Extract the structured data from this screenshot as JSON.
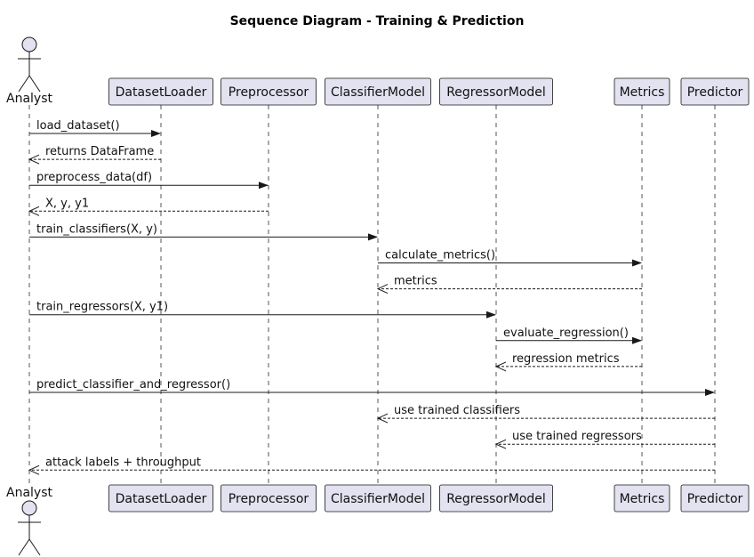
{
  "title": "Sequence Diagram - Training & Prediction",
  "participants": [
    {
      "id": "analyst",
      "label": "Analyst",
      "kind": "actor"
    },
    {
      "id": "loader",
      "label": "DatasetLoader",
      "kind": "box"
    },
    {
      "id": "pre",
      "label": "Preprocessor",
      "kind": "box"
    },
    {
      "id": "clf",
      "label": "ClassifierModel",
      "kind": "box"
    },
    {
      "id": "reg",
      "label": "RegressorModel",
      "kind": "box"
    },
    {
      "id": "met",
      "label": "Metrics",
      "kind": "box"
    },
    {
      "id": "pred",
      "label": "Predictor",
      "kind": "box"
    }
  ],
  "messages": [
    {
      "from": "analyst",
      "to": "loader",
      "label": "load_dataset()",
      "type": "call"
    },
    {
      "from": "loader",
      "to": "analyst",
      "label": "returns DataFrame",
      "type": "return"
    },
    {
      "from": "analyst",
      "to": "pre",
      "label": "preprocess_data(df)",
      "type": "call"
    },
    {
      "from": "pre",
      "to": "analyst",
      "label": "X, y, y1",
      "type": "return"
    },
    {
      "from": "analyst",
      "to": "clf",
      "label": "train_classifiers(X, y)",
      "type": "call"
    },
    {
      "from": "clf",
      "to": "met",
      "label": "calculate_metrics()",
      "type": "call"
    },
    {
      "from": "met",
      "to": "clf",
      "label": "metrics",
      "type": "return"
    },
    {
      "from": "analyst",
      "to": "reg",
      "label": "train_regressors(X, y1)",
      "type": "call"
    },
    {
      "from": "reg",
      "to": "met",
      "label": "evaluate_regression()",
      "type": "call"
    },
    {
      "from": "met",
      "to": "reg",
      "label": "regression metrics",
      "type": "return"
    },
    {
      "from": "analyst",
      "to": "pred",
      "label": "predict_classifier_and_regressor()",
      "type": "call"
    },
    {
      "from": "pred",
      "to": "clf",
      "label": "use trained classifiers",
      "type": "return"
    },
    {
      "from": "pred",
      "to": "reg",
      "label": "use trained regressors",
      "type": "return"
    },
    {
      "from": "pred",
      "to": "analyst",
      "label": "attack labels + throughput",
      "type": "return"
    }
  ]
}
